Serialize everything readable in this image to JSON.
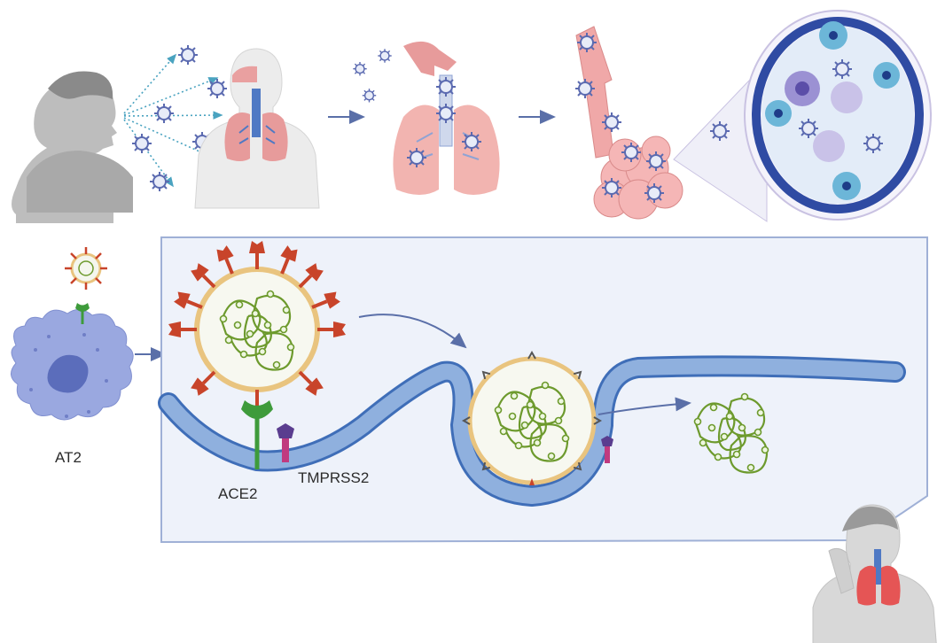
{
  "labels": {
    "cell_type": "AT2",
    "receptor": "ACE2",
    "protease": "TMPRSS2"
  },
  "colors": {
    "background": "#ffffff",
    "panel_fill": "#eef2fa",
    "panel_stroke": "#9fb0d6",
    "membrane": "#8fb0de",
    "membrane_edge": "#3f6eb8",
    "virus_spike": "#c8442a",
    "virus_envelope": "#e9c47f",
    "rna": "#6d9a2d",
    "ace2": "#3e9b3b",
    "tmprss2": "#c03a7f",
    "tmprss2_head": "#5a3d8f",
    "lung": "#e79b9b",
    "cell_body": "#9aa8e0",
    "skin": "#c9c9c9",
    "arrow": "#5a6fa8"
  },
  "icons": [
    "person-coughing-icon",
    "airway-lungs-icon",
    "bronchiole-alveoli-icon",
    "alveolus-zoom-icon",
    "at2-cell-icon",
    "virus-icon",
    "sick-person-icon"
  ]
}
